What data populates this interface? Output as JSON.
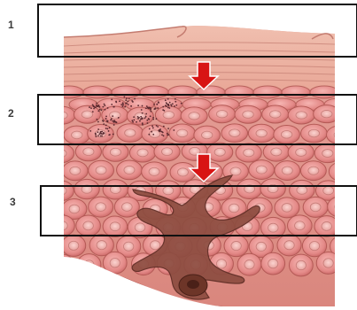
{
  "labels": [
    {
      "id": "label-1",
      "text": "1"
    },
    {
      "id": "label-2",
      "text": "2"
    },
    {
      "id": "label-3",
      "text": "3"
    }
  ],
  "colors": {
    "arrow": "#d81414",
    "box_border": "#111111",
    "cell_fill": "#e58c8c",
    "cell_outline": "#b85858",
    "nucleus": "#f2b4b0",
    "melanocyte": "#8a4a3c",
    "background": "#ffffff"
  },
  "icons": [
    "arrow-down-icon",
    "arrow-down-icon"
  ]
}
